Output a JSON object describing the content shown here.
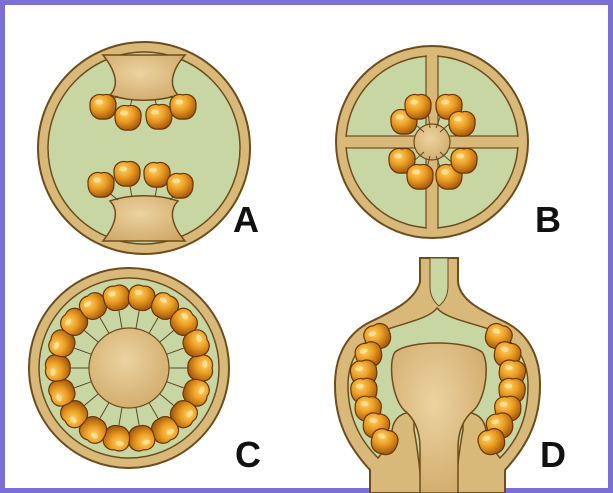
{
  "panels": [
    {
      "id": "A",
      "label": "A"
    },
    {
      "id": "B",
      "label": "B"
    },
    {
      "id": "C",
      "label": "C"
    },
    {
      "id": "D",
      "label": "D"
    }
  ],
  "colors": {
    "frame": "#7b6fd6",
    "wall": "#d9b97a",
    "wall_outline": "#6e4c1b",
    "chamber": "#c8d6a4",
    "placenta": "#dcc18a",
    "ovule": "#e08a1c",
    "ovule_highlight": "#f7c24a"
  }
}
